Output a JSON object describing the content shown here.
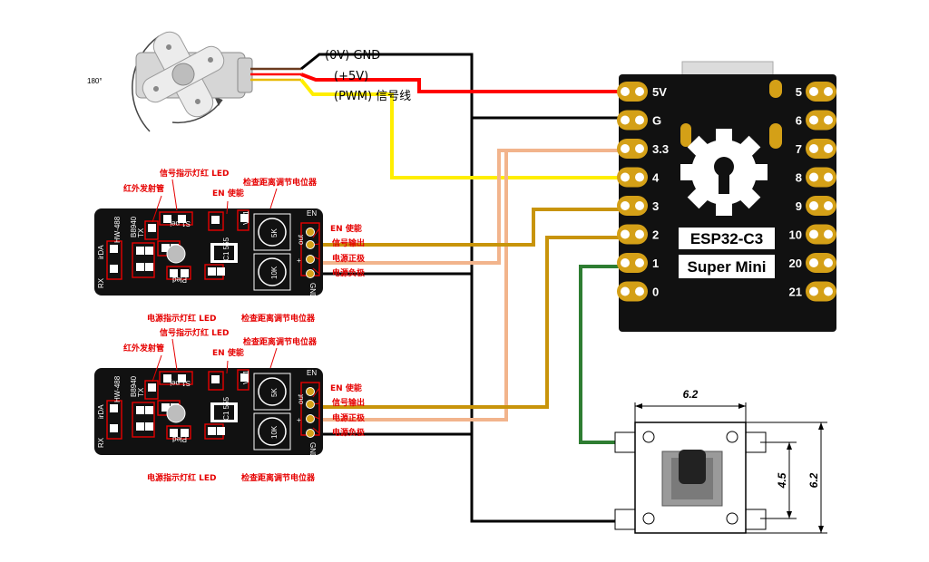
{
  "servo": {
    "angle_label": "180°",
    "wires": [
      {
        "label": "(0V) GND",
        "color": "#000000"
      },
      {
        "label": "(+5V)",
        "color": "#ff0000"
      },
      {
        "label": "(PWM) 信号线",
        "color": "#ffee00"
      }
    ]
  },
  "esp32": {
    "line1": "ESP32-C3",
    "line2": "Super Mini",
    "left_pins": [
      "5V",
      "G",
      "3.3",
      "4",
      "3",
      "2",
      "1",
      "0"
    ],
    "right_pins": [
      "5",
      "6",
      "7",
      "8",
      "9",
      "10",
      "20",
      "21"
    ]
  },
  "ir_modules": [
    {
      "labels": {
        "signal_led": "信号指示灯红 LED",
        "ir_emitter": "红外发射管",
        "en_enable": "EN 使能",
        "distance_pot": "检查距离调节电位器",
        "power_led": "电源指示灯红 LED",
        "pin_en": "EN 使能",
        "pin_out": "信号输出",
        "pin_vcc": "电源正极",
        "pin_gnd": "电源负极"
      },
      "silk": {
        "model": "HW-488",
        "irda": "irDA",
        "rx": "RX",
        "tx": "TX",
        "b8940": "B8940",
        "pot_5k": "5K",
        "pot_10k": "10K",
        "gnd": "GND",
        "en": "EN",
        "out": "out",
        "plus": "+",
        "ic": "IC1 555",
        "vr1": "VR1",
        "s1": "S1 pej",
        "pled": "Pled"
      }
    },
    {
      "labels": {
        "signal_led": "信号指示灯红 LED",
        "ir_emitter": "红外发射管",
        "en_enable": "EN 使能",
        "distance_pot": "检查距离调节电位器",
        "power_led": "电源指示灯红 LED",
        "pin_en": "EN 使能",
        "pin_out": "信号输出",
        "pin_vcc": "电源正极",
        "pin_gnd": "电源负极"
      },
      "silk": {
        "model": "HW-488",
        "irda": "irDA",
        "rx": "RX",
        "tx": "TX",
        "b8940": "B8940",
        "pot_5k": "5K",
        "pot_10k": "10K",
        "gnd": "GND",
        "en": "EN",
        "out": "out",
        "plus": "+",
        "ic": "IC1 555",
        "vr1": "VR1",
        "s1": "S1 pej",
        "pled": "Pled"
      }
    }
  ],
  "button": {
    "dim_top": "6.2",
    "dim_inner": "4.5",
    "dim_outer": "6.2"
  },
  "colors": {
    "gnd": "#000000",
    "vcc5": "#ff0000",
    "pwm": "#ffee00",
    "v33": "#f2b48c",
    "signal": "#c8940a",
    "button": "#2e7d32",
    "pcb": "#111111",
    "pad": "#d4a017"
  }
}
